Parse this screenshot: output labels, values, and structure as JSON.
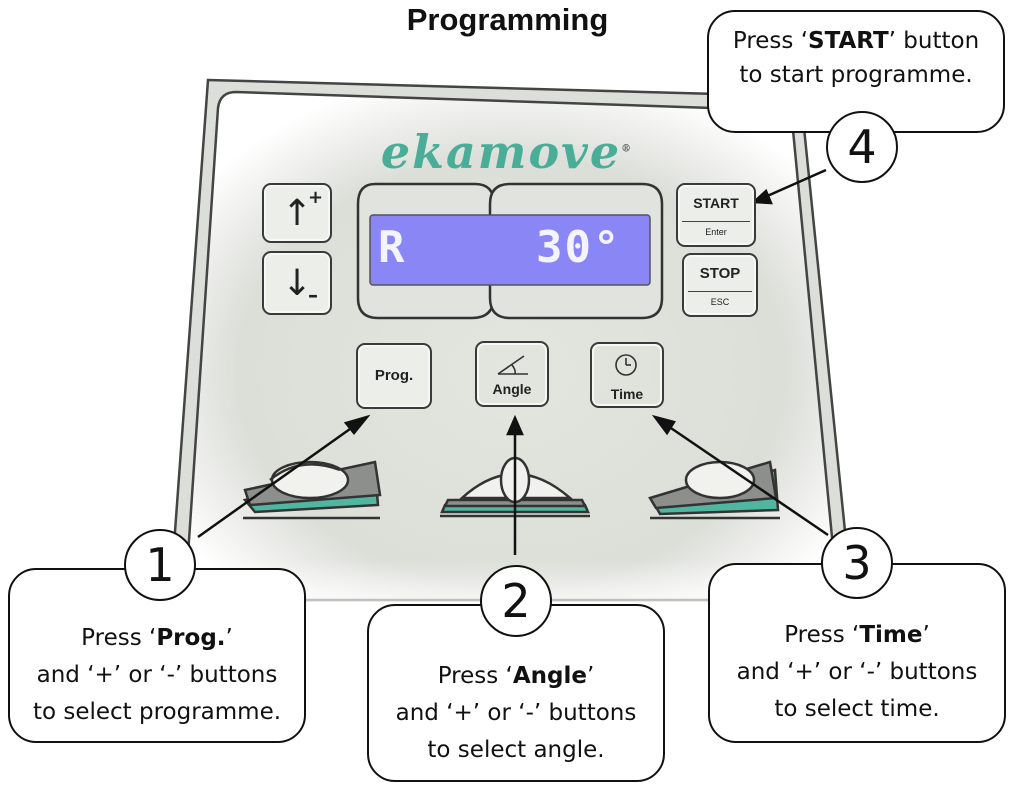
{
  "title": "Programming",
  "device": {
    "brand": "ekamove",
    "brand_mark": "®",
    "lcd": {
      "left_text": "R",
      "right_text": "30°",
      "color": "#8b86f6"
    },
    "buttons": {
      "up": "+",
      "down": "–",
      "start": "START",
      "start_sub": "Enter",
      "stop": "STOP",
      "stop_sub": "ESC",
      "prog": "Prog.",
      "angle": "Angle",
      "time": "Time"
    },
    "accent_color": "#4fb7a0"
  },
  "callouts": [
    {
      "number": "1",
      "line1_pre": "Press ‘",
      "line1_bold": "Prog.",
      "line1_post": "’",
      "line2": "and ‘+’ or ‘-’ buttons",
      "line3": "to select programme."
    },
    {
      "number": "2",
      "line1_pre": "Press ‘",
      "line1_bold": "Angle",
      "line1_post": "’",
      "line2": "and ‘+’ or ‘-’ buttons",
      "line3": "to select angle."
    },
    {
      "number": "3",
      "line1_pre": "Press ‘",
      "line1_bold": "Time",
      "line1_post": "’",
      "line2": "and ‘+’ or ‘-’ buttons",
      "line3": "to select time."
    },
    {
      "number": "4",
      "line1_pre": "Press ‘",
      "line1_bold": "START",
      "line1_post": "’ button",
      "line2": "to start programme."
    }
  ]
}
